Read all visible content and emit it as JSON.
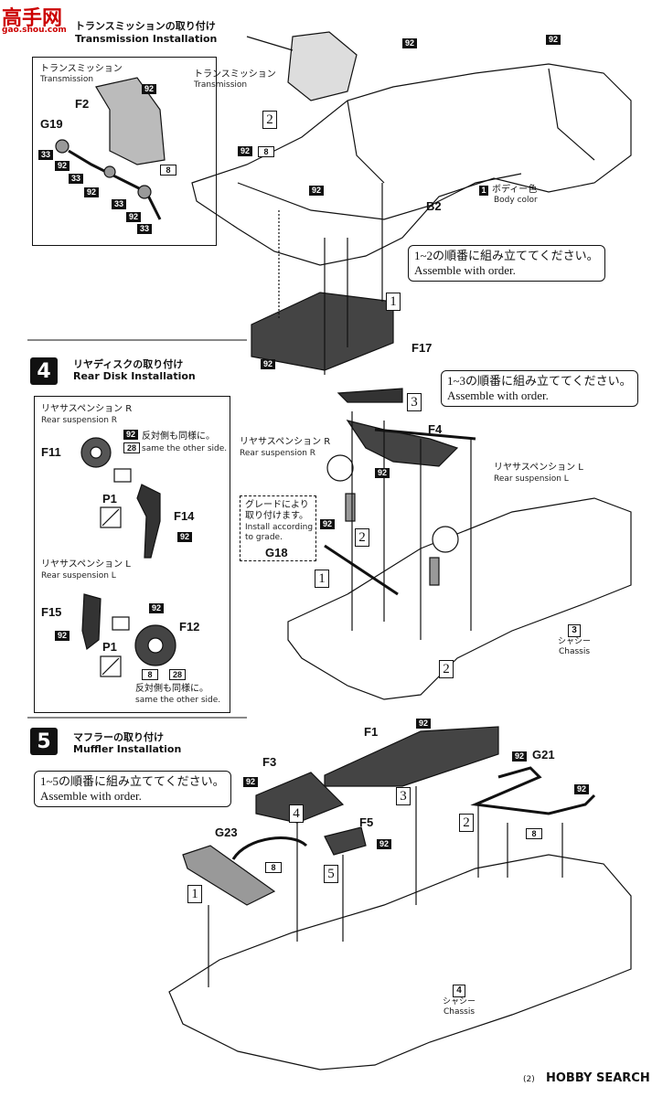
{
  "watermark": {
    "logo_text": "高手网",
    "url": "gao.shou.com"
  },
  "step3": {
    "title_jp": "トランスミッションの取り付け",
    "title_en": "Transmission Installation",
    "inset_label_jp": "トランスミッション",
    "inset_label_en": "Transmission",
    "callout_label_jp": "トランスミッション",
    "callout_label_en": "Transmission",
    "parts": [
      "F2",
      "G19",
      "B2",
      "F17"
    ],
    "body_color_num": "1",
    "body_color_jp": "ボディー色",
    "body_color_en": "Body color",
    "note_jp": "1~2の順番に組み立ててください。",
    "note_en": "Assemble with order.",
    "order_nums": [
      "1",
      "2"
    ],
    "tags": [
      "92",
      "33",
      "8"
    ]
  },
  "step4": {
    "number": "4",
    "title_jp": "リヤディスクの取り付け",
    "title_en": "Rear Disk Installation",
    "rsr_jp": "リヤサスペンション R",
    "rsr_en": "Rear suspension R",
    "rsl_jp": "リヤサスペンション L",
    "rsl_en": "Rear suspension L",
    "same_jp": "反対側も同様に。",
    "same_en": "same the other side.",
    "grade_jp1": "グレードにより",
    "grade_jp2": "取り付けます。",
    "grade_en1": "Install according",
    "grade_en2": "to grade.",
    "parts": [
      "F11",
      "P1",
      "F14",
      "F15",
      "F12",
      "F4",
      "G18"
    ],
    "note_jp": "1~3の順番に組み立ててください。",
    "note_en": "Assemble with order.",
    "chassis_num": "3",
    "chassis_jp": "シャシー",
    "chassis_en": "Chassis",
    "order_nums": [
      "1",
      "2",
      "3"
    ],
    "tags": [
      "92",
      "28",
      "8"
    ]
  },
  "step5": {
    "number": "5",
    "title_jp": "マフラーの取り付け",
    "title_en": "Muffler Installation",
    "parts": [
      "F1",
      "F3",
      "G21",
      "G23",
      "F5"
    ],
    "note_jp": "1~5の順番に組み立ててください。",
    "note_en": "Assemble with order.",
    "chassis_num": "4",
    "chassis_jp": "シャシー",
    "chassis_en": "Chassis",
    "order_nums": [
      "1",
      "2",
      "3",
      "4",
      "5"
    ],
    "tags": [
      "92",
      "8"
    ]
  },
  "footer": {
    "code": "(2)",
    "brand": "HOBBY SEARCH"
  }
}
